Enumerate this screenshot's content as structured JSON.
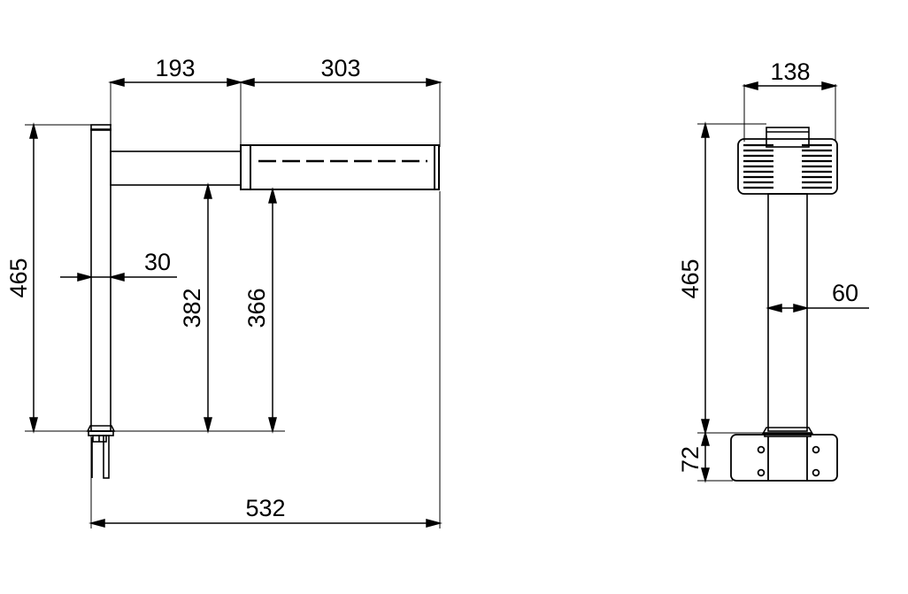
{
  "drawing": {
    "title": "Technical dimension drawing - pillar tap / bollard fixture",
    "units": "mm",
    "line_color": "#000000",
    "background_color": "#ffffff",
    "views": [
      {
        "name": "side-elevation-view",
        "position": "left"
      },
      {
        "name": "front-elevation-view",
        "position": "right"
      }
    ]
  },
  "dimensions": {
    "side_view": {
      "top_left_span": "193",
      "top_right_span": "303",
      "column_height": "465",
      "column_width": "30",
      "spout_underside_height": "382",
      "spout_outlet_height": "366",
      "overall_length": "532"
    },
    "front_view": {
      "head_width": "138",
      "total_height": "465",
      "column_width": "60",
      "base_height": "72"
    }
  },
  "labels": {
    "d193": "193",
    "d303": "303",
    "d465_left": "465",
    "d30": "30",
    "d382": "382",
    "d366": "366",
    "d532": "532",
    "d138": "138",
    "d465_right": "465",
    "d60": "60",
    "d72": "72"
  },
  "features": {
    "spout_centerline": "dashed-centerline",
    "base_plate_holes": 4,
    "louver_groups": 2,
    "louver_lines_per_group": 10
  }
}
